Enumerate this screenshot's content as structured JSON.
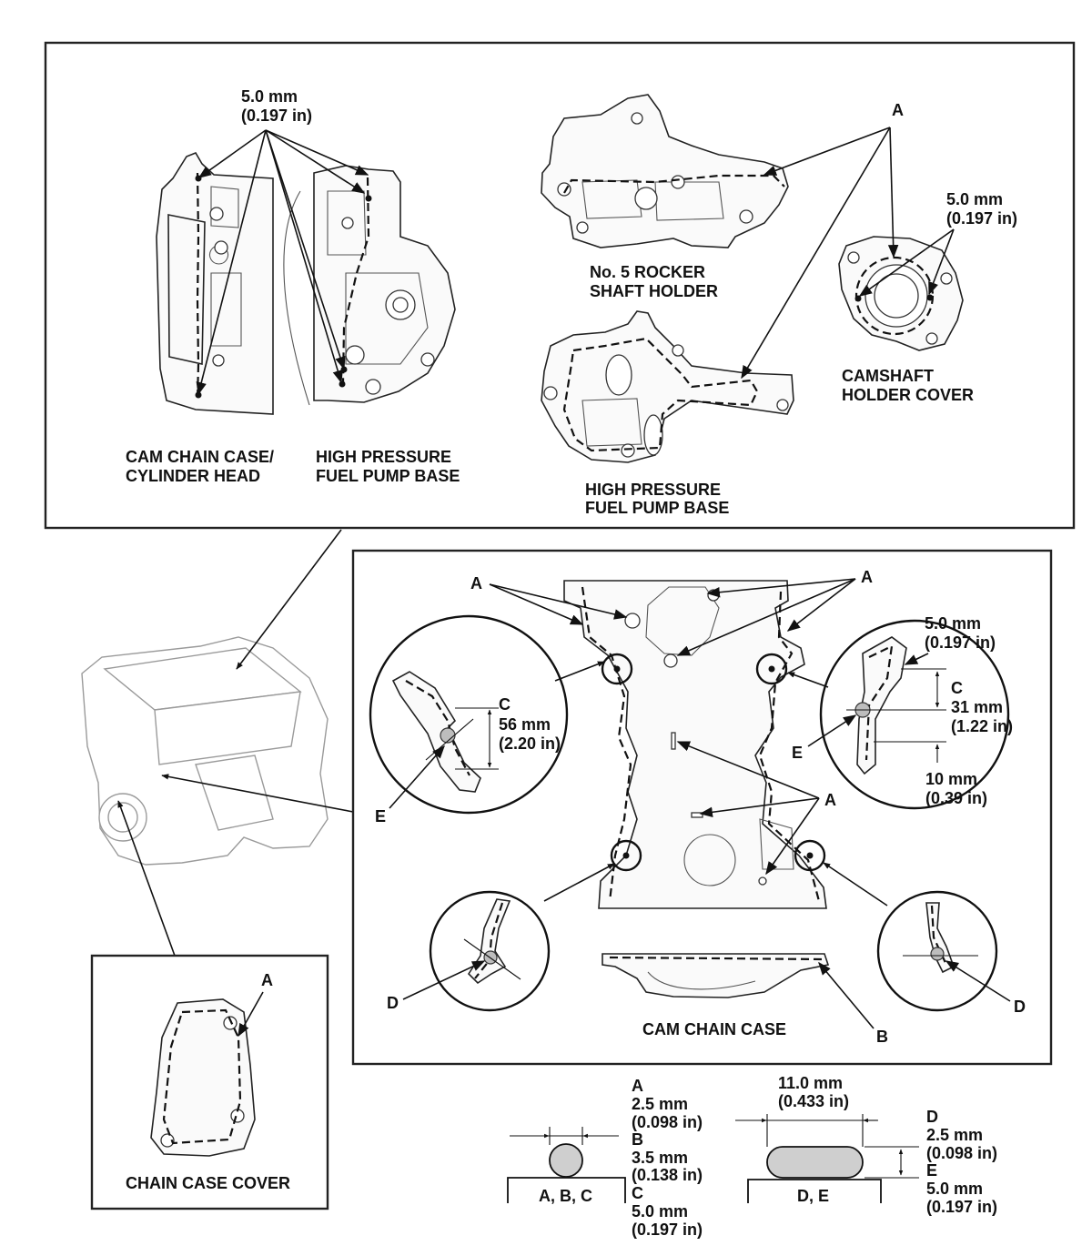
{
  "top_panel": {
    "spec_left": {
      "mm": "5.0 mm",
      "inch": "(0.197 in)"
    },
    "label_cam_chain_case_line1": "CAM CHAIN CASE/",
    "label_cam_chain_case_line2": "CYLINDER HEAD",
    "label_hp_pump_left_line1": "HIGH PRESSURE",
    "label_hp_pump_left_line2": "FUEL PUMP BASE",
    "label_rocker_line1": "No. 5 ROCKER",
    "label_rocker_line2": "SHAFT HOLDER",
    "label_hp_pump_mid_line1": "HIGH PRESSURE",
    "label_hp_pump_mid_line2": "FUEL PUMP BASE",
    "callout_a": "A",
    "spec_right": {
      "mm": "5.0 mm",
      "inch": "(0.197 in)"
    },
    "label_camshaft_line1": "CAMSHAFT",
    "label_camshaft_line2": "HOLDER COVER"
  },
  "middle_panel": {
    "callout_a_left": "A",
    "callout_a_right": "A",
    "callout_a_center": "A",
    "left_zoom": {
      "c": "C",
      "mm": "56 mm",
      "inch": "(2.20 in)",
      "e": "E"
    },
    "right_zoom": {
      "spec_mm": "5.0 mm",
      "spec_inch": "(0.197 in)",
      "c": "C",
      "mm": "31 mm",
      "inch": "(1.22 in)",
      "e": "E",
      "mm2": "10 mm",
      "inch2": "(0.39 in)"
    },
    "d_left": "D",
    "d_right": "D",
    "label_cam_chain_case": "CAM CHAIN CASE",
    "callout_b": "B"
  },
  "left_panel": {
    "callout_a": "A",
    "label": "CHAIN CASE COVER"
  },
  "legend": {
    "round": {
      "a": "A",
      "a_mm": "2.5 mm",
      "a_in": "(0.098 in)",
      "b": "B",
      "b_mm": "3.5 mm",
      "b_in": "(0.138 in)",
      "c": "C",
      "c_mm": "5.0 mm",
      "c_in": "(0.197 in)",
      "caption": "A, B, C"
    },
    "flat": {
      "width_mm": "11.0 mm",
      "width_in": "(0.433 in)",
      "d": "D",
      "d_mm": "2.5 mm",
      "d_in": "(0.098 in)",
      "e": "E",
      "e_mm": "5.0 mm",
      "e_in": "(0.197 in)",
      "caption": "D, E"
    }
  }
}
